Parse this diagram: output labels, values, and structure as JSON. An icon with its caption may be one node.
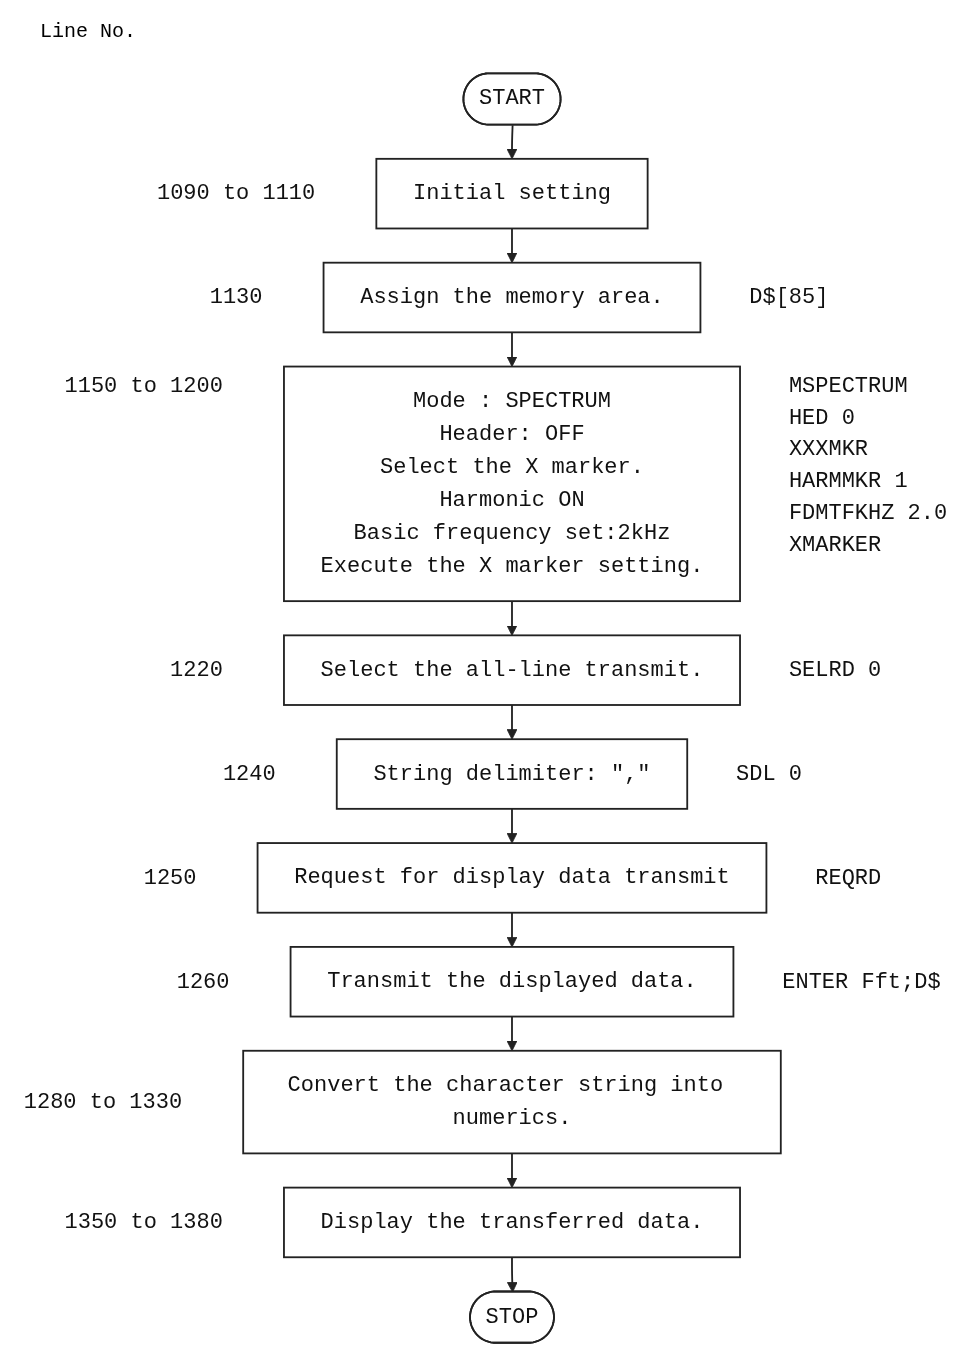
{
  "diagram": {
    "nodes": [
      {
        "text": [
          "START"
        ]
      },
      {
        "text": [
          "Initial setting"
        ],
        "beside": [
          "1090 to 1110"
        ]
      },
      {
        "text": [
          "Assign the memory area."
        ],
        "beside": [
          "1130",
          "D$[85]"
        ]
      },
      {
        "text": [
          "Mode : SPECTRUM",
          "Header: OFF",
          "Select the X marker.",
          "Harmonic ON",
          "Basic frequency set:2kHz",
          "Execute the X marker setting."
        ],
        "beside": [
          "1150 to 1200",
          "MSPECTRUM",
          "HED 0",
          "XXXMKR",
          "HARMMKR 1",
          "FDMTFKHZ 2.0",
          "XMARKER"
        ]
      },
      {
        "text": [
          "Select the all-line transmit."
        ],
        "beside": [
          "1220",
          "SELRD 0"
        ]
      },
      {
        "text": [
          "String delimiter: \",\""
        ],
        "beside": [
          "1240",
          "SDL 0"
        ]
      },
      {
        "text": [
          "Request for display data transmit"
        ],
        "beside": [
          "1250",
          "REQRD"
        ]
      },
      {
        "text": [
          "Transmit the displayed data."
        ],
        "beside": [
          "1260",
          "ENTER Fft;D$"
        ]
      },
      {
        "text": [
          "Convert the character string into numerics."
        ],
        "beside": [
          "1280 to 1330"
        ]
      },
      {
        "text": [
          "Display the transferred data."
        ],
        "beside": [
          "1350 to 1380"
        ]
      },
      {
        "text": [
          "STOP"
        ]
      }
    ],
    "edges": [
      {
        "from": 0,
        "to": 1,
        "arrow": "to"
      },
      {
        "from": 1,
        "to": 2,
        "arrow": "to"
      },
      {
        "from": 2,
        "to": 3,
        "arrow": "to"
      },
      {
        "from": 3,
        "to": 4,
        "arrow": "to"
      },
      {
        "from": 4,
        "to": 5,
        "arrow": "to"
      },
      {
        "from": 5,
        "to": 6,
        "arrow": "to"
      },
      {
        "from": 6,
        "to": 7,
        "arrow": "to"
      },
      {
        "from": 7,
        "to": 8,
        "arrow": "to"
      },
      {
        "from": 8,
        "to": 9,
        "arrow": "to"
      },
      {
        "from": 9,
        "to": 10,
        "arrow": "to"
      }
    ],
    "labels": [
      "Line No."
    ]
  }
}
